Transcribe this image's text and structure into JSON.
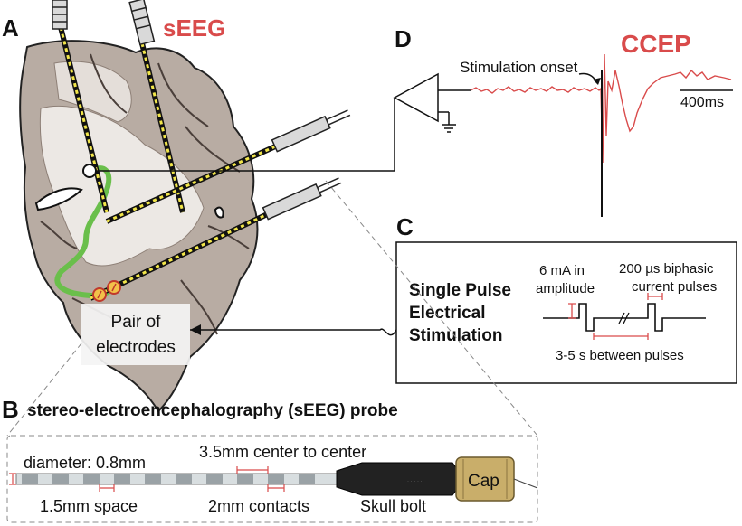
{
  "panels": {
    "a": {
      "letter": "A",
      "title": "sEEG",
      "electrode_box_line1": "Pair of",
      "electrode_box_line2": "electrodes"
    },
    "b": {
      "letter": "B",
      "title": "stereo-electroencephalography (sEEG) probe",
      "diameter": "diameter: 0.8mm",
      "center_spacing": "3.5mm center to center",
      "space": "1.5mm space",
      "contacts": "2mm contacts",
      "skull_bolt": "Skull bolt",
      "cap": "Cap"
    },
    "c": {
      "letter": "C",
      "title_line1": "Single Pulse",
      "title_line2": "Electrical",
      "title_line3": "Stimulation",
      "amp_line1": "6 mA in",
      "amp_line2": "amplitude",
      "pulse_line1": "200 µs biphasic",
      "pulse_line2": "current pulses",
      "interval": "3-5 s between pulses"
    },
    "d": {
      "letter": "D",
      "title": "CCEP",
      "onset": "Stimulation onset",
      "scale": "400ms"
    }
  },
  "colors": {
    "accent_red": "#d94b4b",
    "pathway_green": "#6abf4b",
    "electrode_yellow": "#f2e64a",
    "cap_tan": "#c9ae6a"
  }
}
